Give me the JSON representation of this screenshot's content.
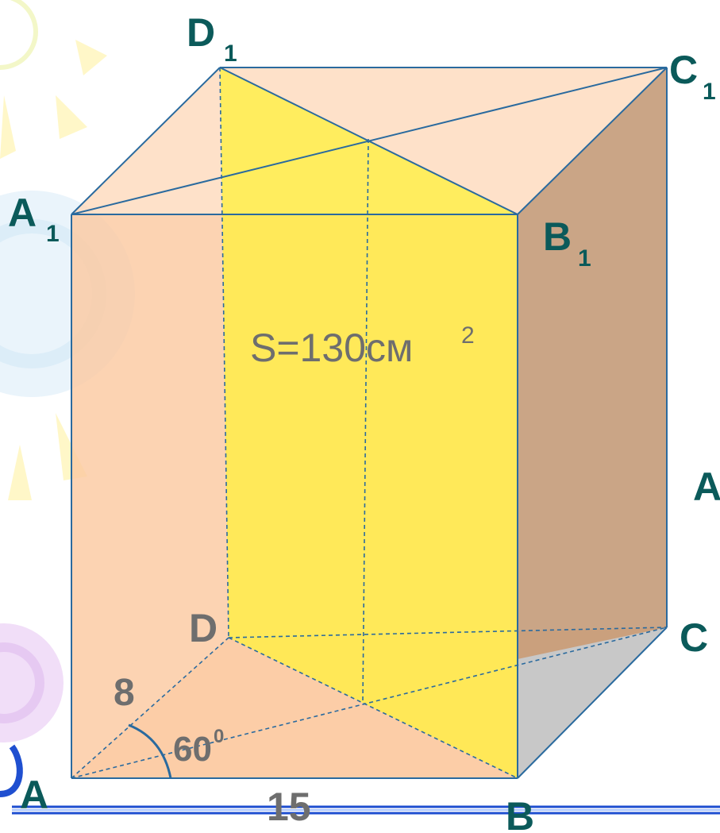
{
  "labels": {
    "A": "A",
    "B": "B",
    "C": "C",
    "D": "D",
    "A1": "A",
    "A1_sub": "1",
    "B1": "B",
    "B1_sub": "1",
    "C1": "C",
    "C1_sub": "1",
    "D1": "D",
    "D1_sub": "1",
    "cut_right": "A"
  },
  "measures": {
    "side_AB": "15",
    "side_AD": "8",
    "angle": "60",
    "angle_sup": "0"
  },
  "area": {
    "text": "S=130см",
    "sup": "2"
  },
  "colors": {
    "edge": "#2a6a9e",
    "face_peach": "#fbc9a1",
    "face_brown": "#c19571",
    "face_gray": "#c8c8c8",
    "section_yellow": "#fff040",
    "label": "#0b5a5a",
    "baseline": "#1f4fd0"
  }
}
